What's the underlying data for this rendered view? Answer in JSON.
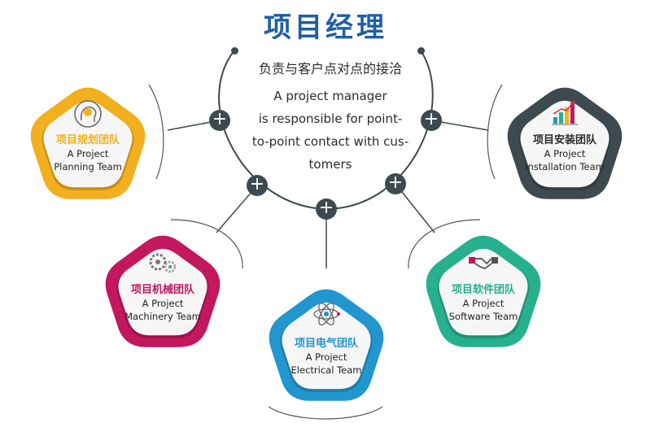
{
  "title": "项目经理",
  "center": {
    "zh": "负责与客户点对点的接洽",
    "en_lines": [
      "A project manager",
      "is responsible for point-",
      "to-point contact with cus-",
      "tomers"
    ]
  },
  "nodes": [
    {
      "id": "planning",
      "zh": "项目规划团队",
      "en1": "A Project",
      "en2": "Planning Team",
      "color": "#f2b01e",
      "icon": "brain-head-icon"
    },
    {
      "id": "installation",
      "zh": "项目安装团队",
      "en1": "A Project",
      "en2": "Installation Team",
      "color": "#3d4a4f",
      "icon": "bar-chart-icon"
    },
    {
      "id": "machinery",
      "zh": "项目机械团队",
      "en1": "A Project",
      "en2": "Machinery Team",
      "color": "#c3175e",
      "icon": "gears-icon"
    },
    {
      "id": "electrical",
      "zh": "项目电气团队",
      "en1": "A Project",
      "en2": "Electrical Team",
      "color": "#2196cf",
      "icon": "atom-icon"
    },
    {
      "id": "software",
      "zh": "项目软件团队",
      "en1": "A Project",
      "en2": "Software Team",
      "color": "#27b08e",
      "icon": "handshake-icon"
    }
  ]
}
